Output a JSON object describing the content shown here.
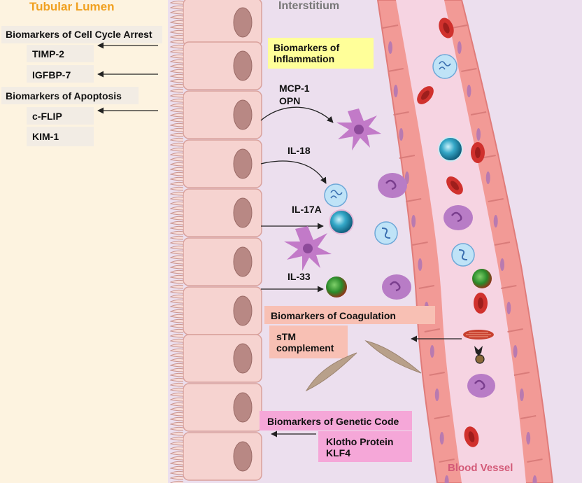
{
  "regions": {
    "tubular_lumen": "Tubular Lumen",
    "interstitium": "Interstitium",
    "blood_vessel": "Blood Vessel"
  },
  "left_panel": {
    "cell_cycle_title": "Biomarkers of Cell Cycle Arrest",
    "timp2": "TIMP-2",
    "igfbp7": "IGFBP-7",
    "apoptosis_title": "Biomarkers of Apoptosis",
    "cflip": "c-FLIP",
    "kim1": "KIM-1"
  },
  "inflammation": {
    "title_line1": "Biomarkers of",
    "title_line2": "Inflammation",
    "mcp1": "MCP-1",
    "opn": "OPN",
    "il18": "IL-18",
    "il17a": "IL-17A",
    "il33": "IL-33"
  },
  "coagulation": {
    "title": "Biomarkers of Coagulation",
    "stm": "sTM",
    "complement": "complement"
  },
  "genetic": {
    "title": "Biomarkers of Genetic Code",
    "klotho": "Klotho Protein",
    "klf4": "KLF4"
  },
  "colors": {
    "lumen_bg": "#fdf3e0",
    "interstitium_bg": "#ecdfee",
    "tubule_cell": "#f6d3d0",
    "nucleus": "#b88884",
    "vessel_wall": "#f29a96",
    "vessel_lumen": "#f6d4e2",
    "rbc": "#d0312d",
    "inflammation_box": "#ffff99",
    "coagulation_box": "#f8c0b4",
    "genetic_box": "#f5a7d8",
    "label_box": "#f2ece4",
    "region_title_orange": "#f0a020",
    "region_title_gray": "#777777",
    "blood_vessel_title": "#d35a78"
  }
}
